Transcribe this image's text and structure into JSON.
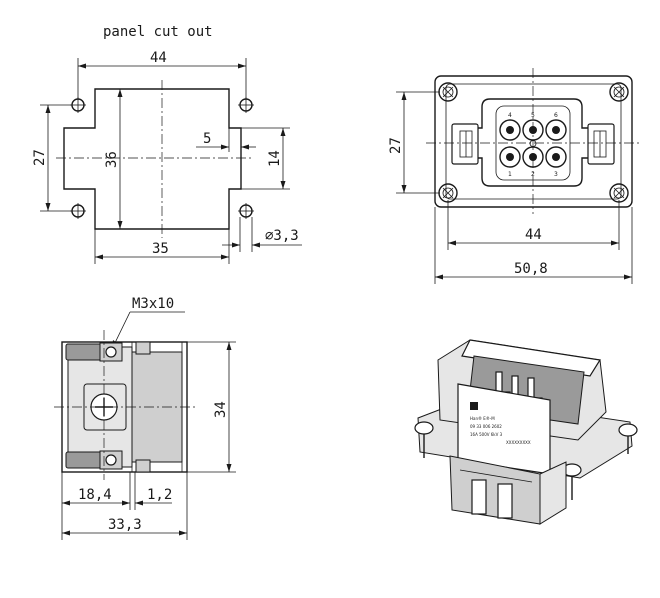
{
  "panel_cutout": {
    "title": "panel cut out",
    "dim_width_holes": "44",
    "dim_height_holes": "27",
    "dim_height_cut": "36",
    "dim_notch": "5",
    "dim_notch_height": "14",
    "dim_width_cut": "35",
    "dim_hole_dia": "∅3,3"
  },
  "front_view": {
    "dim_height": "27",
    "dim_width_holes": "44",
    "dim_width_total": "50,8",
    "pin_labels": [
      "4",
      "5",
      "6",
      "1",
      "2",
      "3"
    ]
  },
  "side_view": {
    "screw_label": "M3x10",
    "dim_height": "34",
    "dim_depth_a": "18,4",
    "dim_depth_b": "1,2",
    "dim_depth_total": "33,3"
  },
  "iso_view": {
    "marking_lines": [
      "Han® E®-M",
      "09 33 006 2602",
      "16A 500V 6kV 3",
      "XXXXXXXXX"
    ]
  },
  "colors": {
    "line": "#1a1a1a",
    "background": "#ffffff"
  }
}
